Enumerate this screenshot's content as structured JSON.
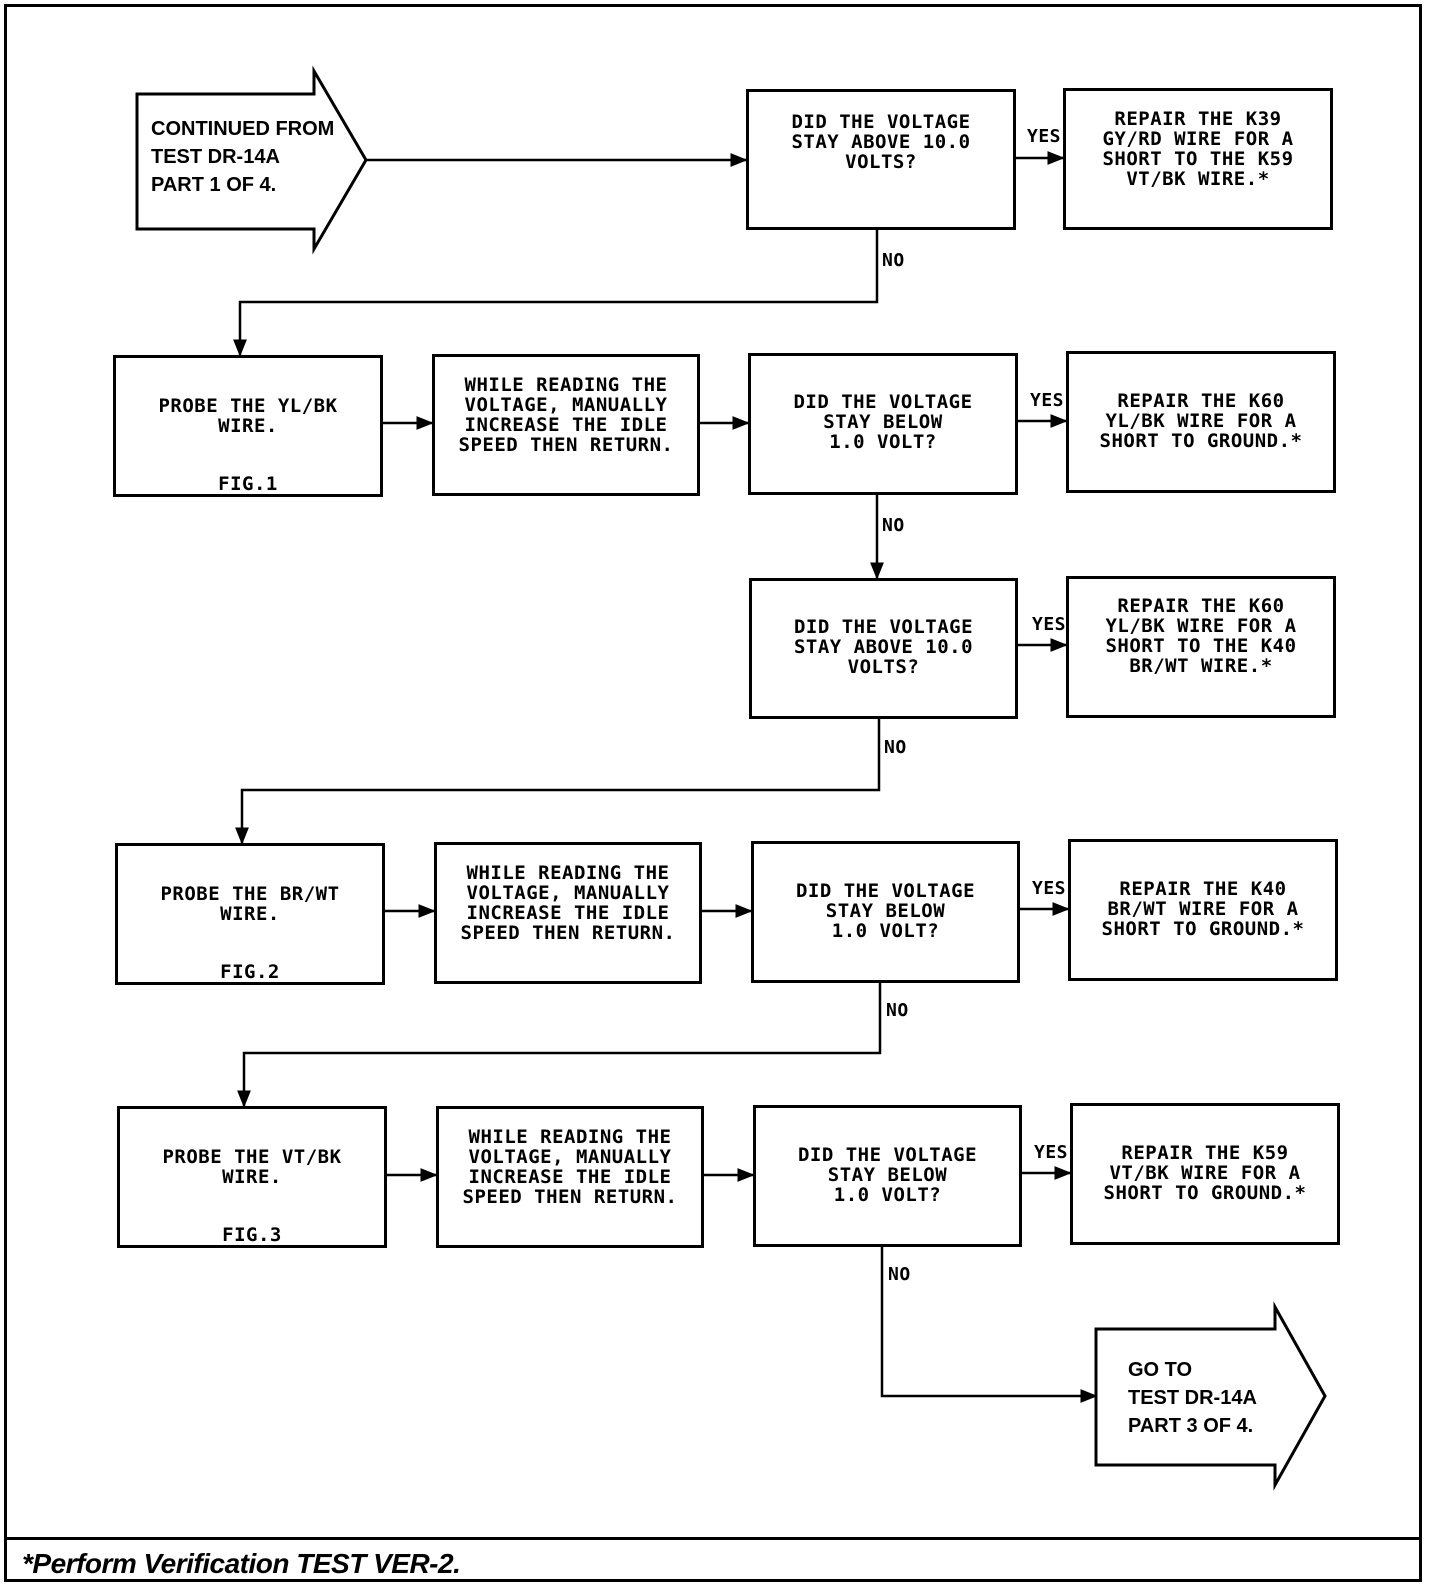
{
  "start": {
    "text": "CONTINUED FROM\nTEST DR-14A\nPART 1 OF 4."
  },
  "row1": {
    "question": "DID THE VOLTAGE\nSTAY ABOVE 10.0\nVOLTS?",
    "yes": "YES",
    "repair": "REPAIR THE K39\nGY/RD WIRE FOR A\nSHORT TO THE K59\nVT/BK WIRE.*",
    "no": "NO"
  },
  "row2": {
    "probe": "PROBE THE YL/BK\nWIRE.",
    "fig": "FIG.1",
    "action": "WHILE READING THE\nVOLTAGE, MANUALLY\nINCREASE THE IDLE\nSPEED THEN RETURN.",
    "question": "DID THE VOLTAGE\nSTAY BELOW\n1.0 VOLT?",
    "yes": "YES",
    "repair": "REPAIR THE K60\nYL/BK WIRE FOR A\nSHORT TO GROUND.*",
    "no": "NO"
  },
  "row3": {
    "question": "DID THE VOLTAGE\nSTAY ABOVE 10.0\nVOLTS?",
    "yes": "YES",
    "repair": "REPAIR THE K60\nYL/BK WIRE FOR A\nSHORT TO THE K40\nBR/WT WIRE.*",
    "no": "NO"
  },
  "row4": {
    "probe": "PROBE THE BR/WT\nWIRE.",
    "fig": "FIG.2",
    "action": "WHILE READING THE\nVOLTAGE, MANUALLY\nINCREASE THE IDLE\nSPEED THEN RETURN.",
    "question": "DID THE VOLTAGE\nSTAY BELOW\n1.0 VOLT?",
    "yes": "YES",
    "repair": "REPAIR THE K40\nBR/WT WIRE FOR A\nSHORT TO GROUND.*",
    "no": "NO"
  },
  "row5": {
    "probe": "PROBE THE VT/BK\nWIRE.",
    "fig": "FIG.3",
    "action": "WHILE READING THE\nVOLTAGE, MANUALLY\nINCREASE THE IDLE\nSPEED THEN RETURN.",
    "question": "DID THE VOLTAGE\nSTAY BELOW\n1.0 VOLT?",
    "yes": "YES",
    "repair": "REPAIR THE K59\nVT/BK WIRE FOR A\nSHORT TO GROUND.*",
    "no": "NO"
  },
  "end": {
    "text": "GO TO\nTEST DR-14A\nPART 3 OF 4."
  },
  "footer": "*Perform Verification TEST VER-2."
}
